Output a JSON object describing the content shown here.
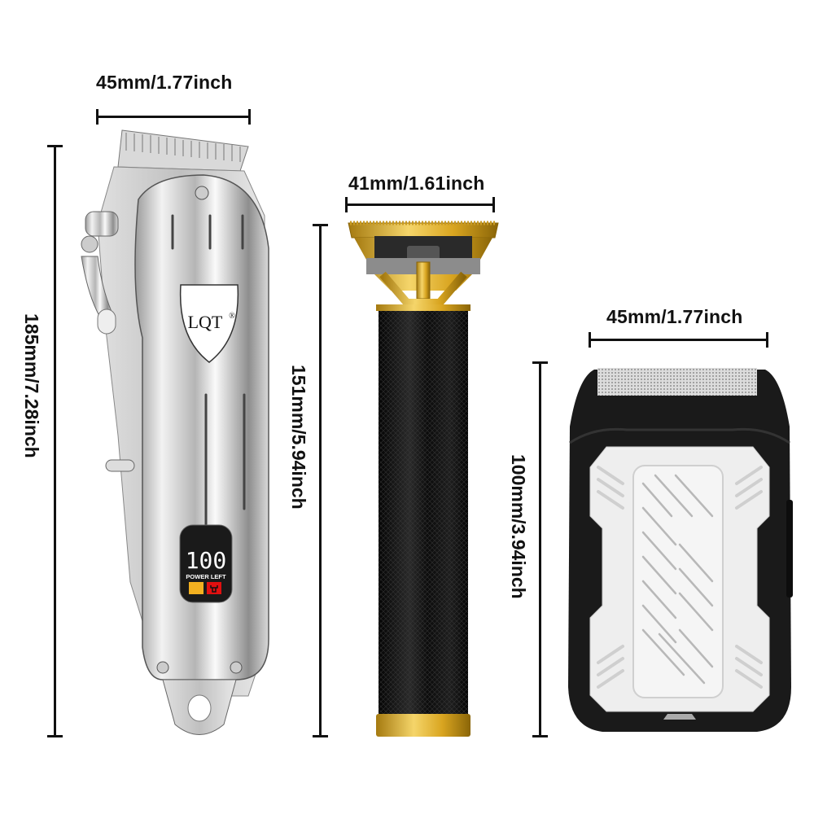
{
  "products": [
    {
      "name": "hair-clipper",
      "brand": "LQT",
      "brand_mark": "®",
      "display": {
        "value": "100",
        "caption": "POWER LEFT"
      },
      "width_label": "45mm/1.77inch",
      "height_label": "185mm/7.28inch",
      "color": "#c8c8c8"
    },
    {
      "name": "t-blade-trimmer",
      "width_label": "41mm/1.61inch",
      "height_label": "151mm/5.94inch",
      "colors": {
        "body": "#111111",
        "accent": "#d4a017"
      }
    },
    {
      "name": "foil-shaver",
      "width_label": "45mm/1.77inch",
      "height_label": "100mm/3.94inch",
      "colors": {
        "body": "#1a1a1a",
        "panel": "#eeeeee"
      }
    }
  ]
}
